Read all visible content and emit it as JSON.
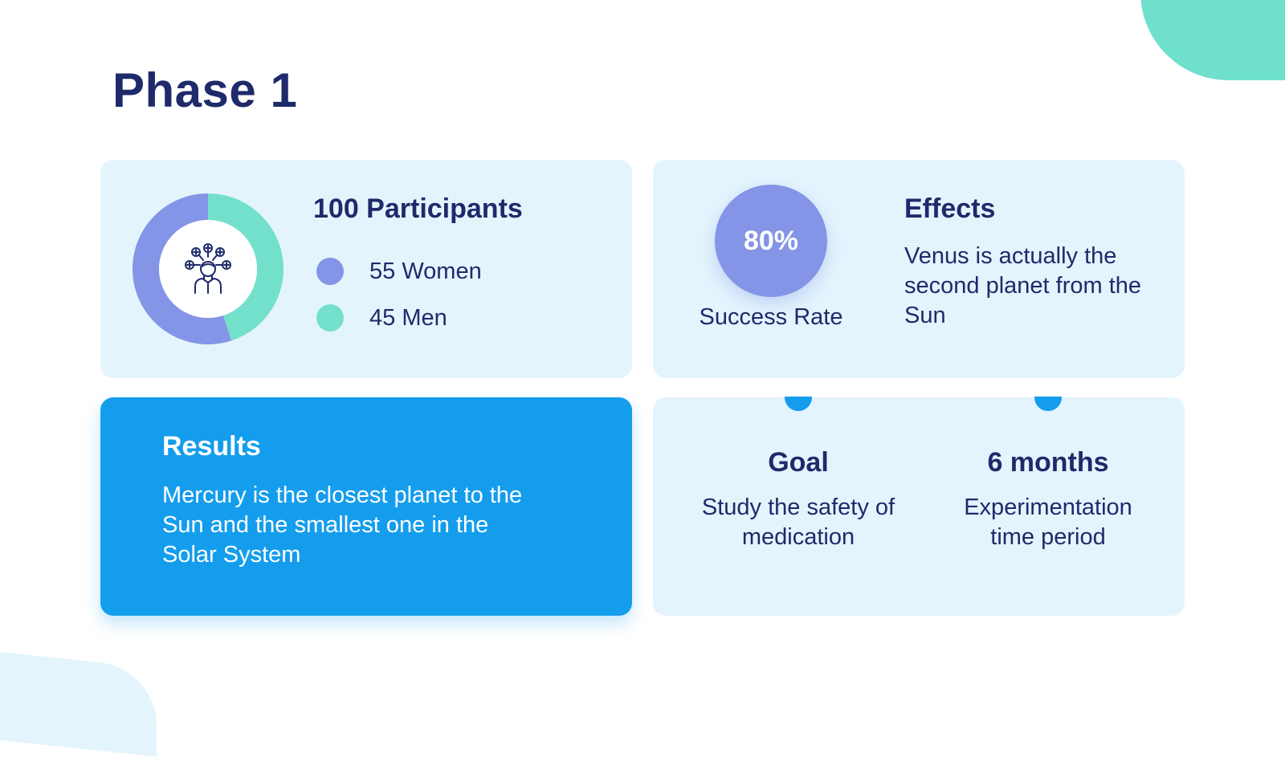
{
  "title": "Phase 1",
  "participants": {
    "title": "100 Participants",
    "chart_icon": "person-with-ideas-icon",
    "legend": [
      {
        "label": "55 Women",
        "value": 55,
        "color": "#8494e6"
      },
      {
        "label": "45 Men",
        "value": 45,
        "color": "#73e0cc"
      }
    ]
  },
  "effects": {
    "rate_value": "80%",
    "rate_label": "Success Rate",
    "title": "Effects",
    "text": "Venus is actually the second planet from the Sun"
  },
  "results": {
    "title": "Results",
    "text": "Mercury is the closest planet to the Sun and the smallest one in the Solar System"
  },
  "timeline": [
    {
      "title": "Goal",
      "text": "Study the safety of medication"
    },
    {
      "title": "6 months",
      "text": "Experimentation time period"
    }
  ],
  "colors": {
    "heading": "#1f2a6b",
    "card_bg": "#e3f4fd",
    "accent_blue": "#159ded",
    "accent_teal": "#6ee0cc",
    "accent_purple": "#8494e6"
  }
}
